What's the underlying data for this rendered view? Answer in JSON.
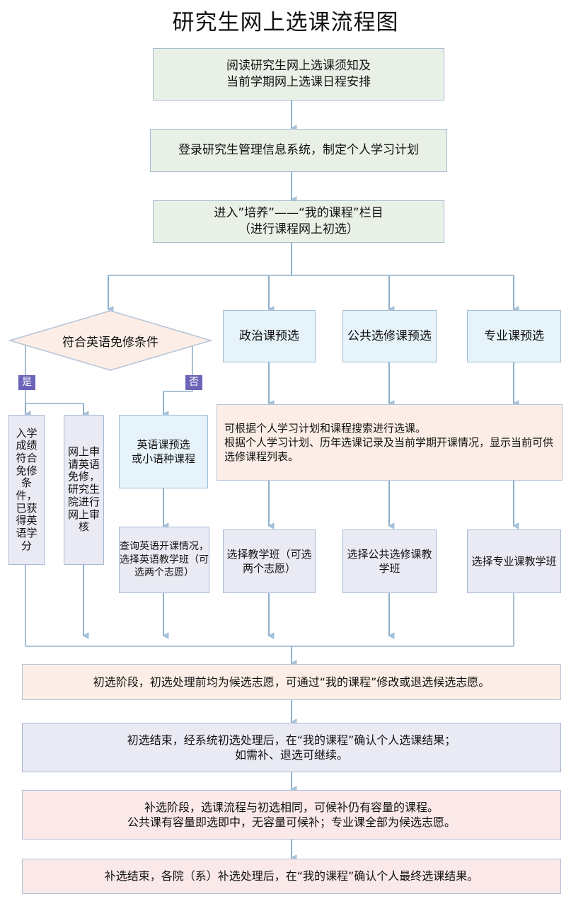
{
  "title": "研究生网上选课流程图",
  "colors": {
    "green_fill": "#e9f1e7",
    "blue_fill": "#e6f3fa",
    "lavender_fill": "#eaeaf4",
    "peach_fill": "#fceee6",
    "pink_fill": "#fbe9e9",
    "border": "#9fb6cd",
    "connector": "#8fb0cc",
    "branch_tag_bg": "#6b64b8",
    "branch_tag_text": "#ffffff"
  },
  "nodes": {
    "step1": "阅读研究生网上选课须知及\n当前学期网上选课日程安排",
    "step2": "登录研究生管理信息系统，制定个人学习计划",
    "step3": "进入”培养”——“我的课程”栏目\n（进行课程网上初选）",
    "decision": "符合英语免修条件",
    "branch_yes": "是",
    "branch_no": "否",
    "politics_pre": "政治课预选",
    "public_elective_pre": "公共选修课预选",
    "major_pre": "专业课预选",
    "exempt_qualified": "入学成绩符合免修条件，已获得英语学分",
    "exempt_apply": "网上申请英语免修，研究生院进行网上审核",
    "english_pre": "英语课预选\n或小语种课程",
    "info_box": "    可根据个人学习计划和课程搜索进行选课。\n    根据个人学习计划、历年选课记录及当前学期开课情况，显示当前可供选修课程列表。",
    "english_class": "查询英语开课情况，选择英语教学班（可选两个志愿）",
    "politics_class": "选择教学班（可选两个志愿）",
    "public_class": "选择公共选修课教学班",
    "major_class": "选择专业课教学班",
    "stage_preselect": "初选阶段，初选处理前均为候选志愿，可通过“我的课程”修改或退选候选志愿。",
    "stage_preselect_end": "初选结束，经系统初选处理后，在“我的课程”确认个人选课结果；\n如需补、退选可继续。",
    "stage_makeup": "补选阶段，选课流程与初选相同，可候补仍有容量的课程。\n公共课有容量即选即中，无容量可候补；专业课全部为候选志愿。",
    "stage_makeup_end": "补选结束，各院（系）补选处理后，在“我的课程”确认个人最终选课结果。"
  }
}
